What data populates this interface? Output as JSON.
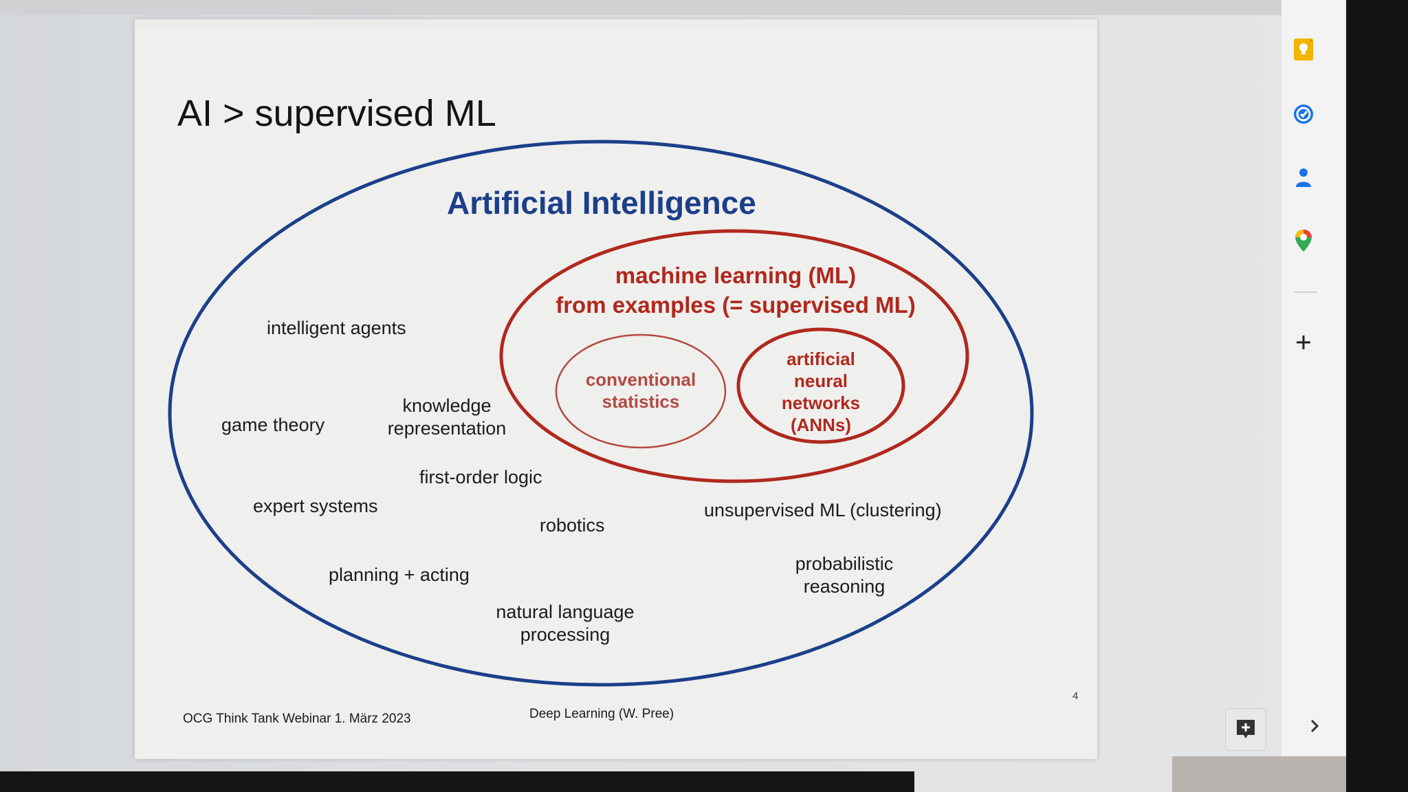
{
  "slide": {
    "title": "AI > supervised ML",
    "ai_label": "Artificial Intelligence",
    "ml_label_line1": "machine learning (ML)",
    "ml_label_line2": "from examples (= supervised ML)",
    "stats_line1": "conventional",
    "stats_line2": "statistics",
    "ann_line1": "artificial",
    "ann_line2": "neural",
    "ann_line3": "networks",
    "ann_line4": "(ANNs)",
    "topics": {
      "intelligent_agents": "intelligent agents",
      "game_theory": "game theory",
      "knowledge_line1": "knowledge",
      "knowledge_line2": "representation",
      "first_order_logic": "first-order logic",
      "expert_systems": "expert systems",
      "robotics": "robotics",
      "unsupervised_ml": "unsupervised ML (clustering)",
      "planning_acting": "planning + acting",
      "probabilistic_line1": "probabilistic",
      "probabilistic_line2": "reasoning",
      "nlp_line1": "natural language",
      "nlp_line2": "processing"
    },
    "footer_left": "OCG Think Tank Webinar 1. März 2023",
    "footer_center": "Deep Learning (W. Pree)",
    "page_number": "4"
  },
  "sidebar": {
    "icons": [
      "keep-icon",
      "tasks-icon",
      "contacts-icon",
      "maps-icon",
      "add-icon"
    ]
  },
  "colors": {
    "ai_blue": "#1c3f8a",
    "ml_red": "#b0281e",
    "stats_red": "#b24a44"
  }
}
